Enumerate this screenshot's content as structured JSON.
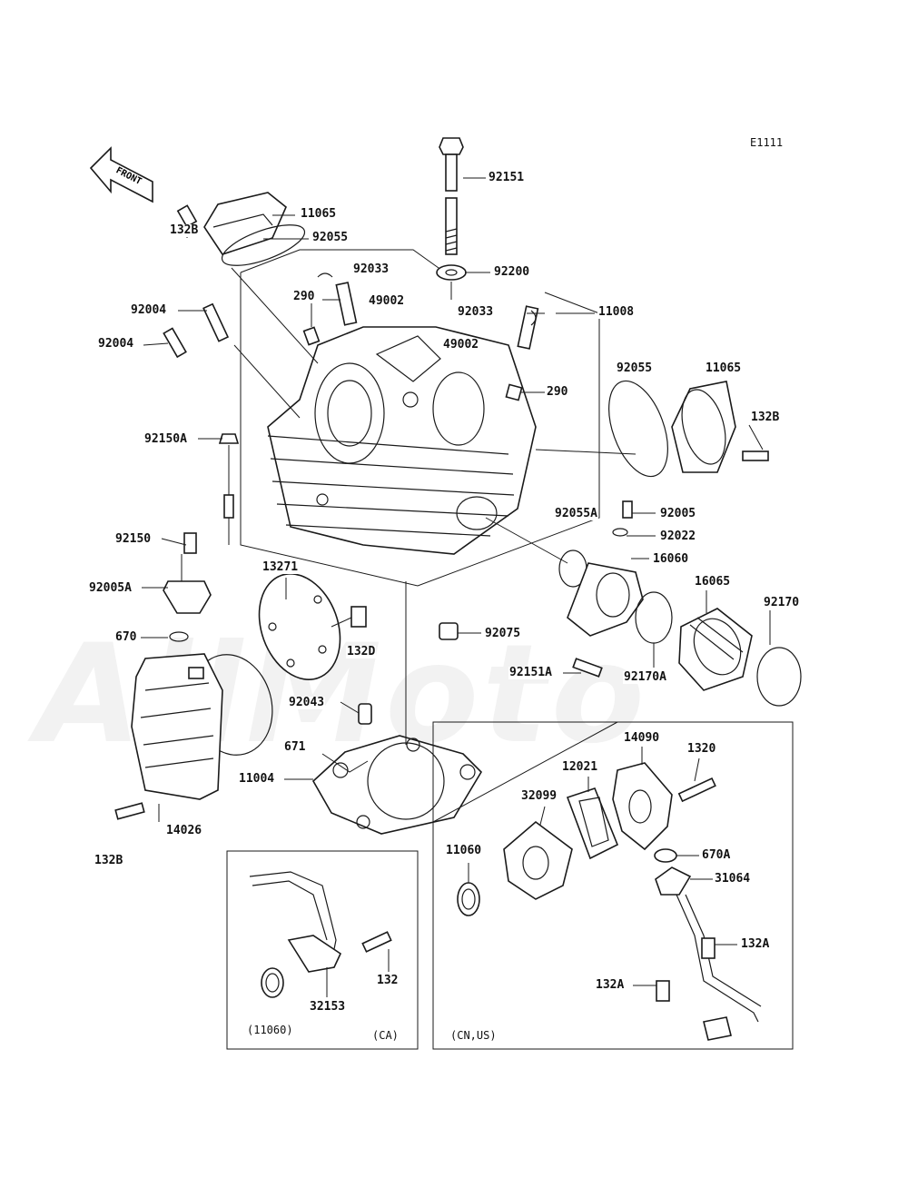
{
  "diagram": {
    "code": "E1111",
    "front_arrow": "FRONT",
    "watermark": "AllMoto",
    "regions": {
      "ca": "(CA)",
      "cn_us": "(CN,US)"
    },
    "labels": {
      "l11065a": "11065",
      "l92055a": "92055",
      "l132b_a": "132B",
      "l92151": "92151",
      "l92200": "92200",
      "l92033a": "92033",
      "l290a": "290",
      "l49002a": "49002",
      "l92004a": "92004",
      "l92004b": "92004",
      "l92033b": "92033",
      "l11008": "11008",
      "l49002b": "49002",
      "l290b": "290",
      "l92055b": "92055",
      "l11065b": "11065",
      "l132b_b": "132B",
      "l92150a": "92150A",
      "l92055a2": "92055A",
      "l92005": "92005",
      "l92022": "92022",
      "l16060": "16060",
      "l16065": "16065",
      "l92170": "92170",
      "l92150": "92150",
      "l13271": "13271",
      "l92005a": "92005A",
      "l132d": "132D",
      "l670": "670",
      "l92075": "92075",
      "l92151a": "92151A",
      "l92170a": "92170A",
      "l92043": "92043",
      "l671": "671",
      "l11004": "11004",
      "l14026": "14026",
      "l132b_c": "132B",
      "l14090": "14090",
      "l12021": "12021",
      "l1320": "1320",
      "l32099": "32099",
      "l11060": "11060",
      "l670a": "670A",
      "l31064": "31064",
      "l132a_a": "132A",
      "l132a_b": "132A",
      "l132": "132",
      "l32153": "32153",
      "l11060p": "(11060)"
    }
  }
}
